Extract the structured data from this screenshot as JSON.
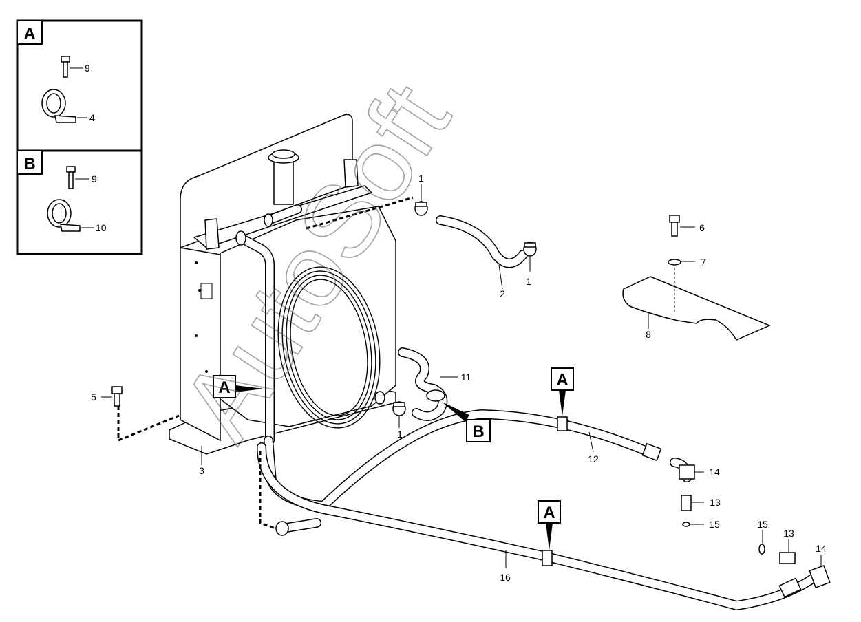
{
  "detail_boxes": [
    {
      "letter": "A",
      "bolt_num": "9",
      "clamp_num": "4"
    },
    {
      "letter": "B",
      "bolt_num": "9",
      "clamp_num": "10"
    }
  ],
  "callouts": {
    "c1a": "1",
    "c1b": "1",
    "c1c": "1",
    "c2": "2",
    "c3": "3",
    "c5": "5",
    "c6": "6",
    "c7": "7",
    "c8": "8",
    "c11": "11",
    "c12": "12",
    "c13a": "13",
    "c13b": "13",
    "c14a": "14",
    "c14b": "14",
    "c15a": "15",
    "c15b": "15",
    "c16": "16"
  },
  "section_tags": {
    "t1": "A",
    "t2": "A",
    "t3": "A",
    "t4": "B"
  },
  "watermark": "AutoSoft"
}
